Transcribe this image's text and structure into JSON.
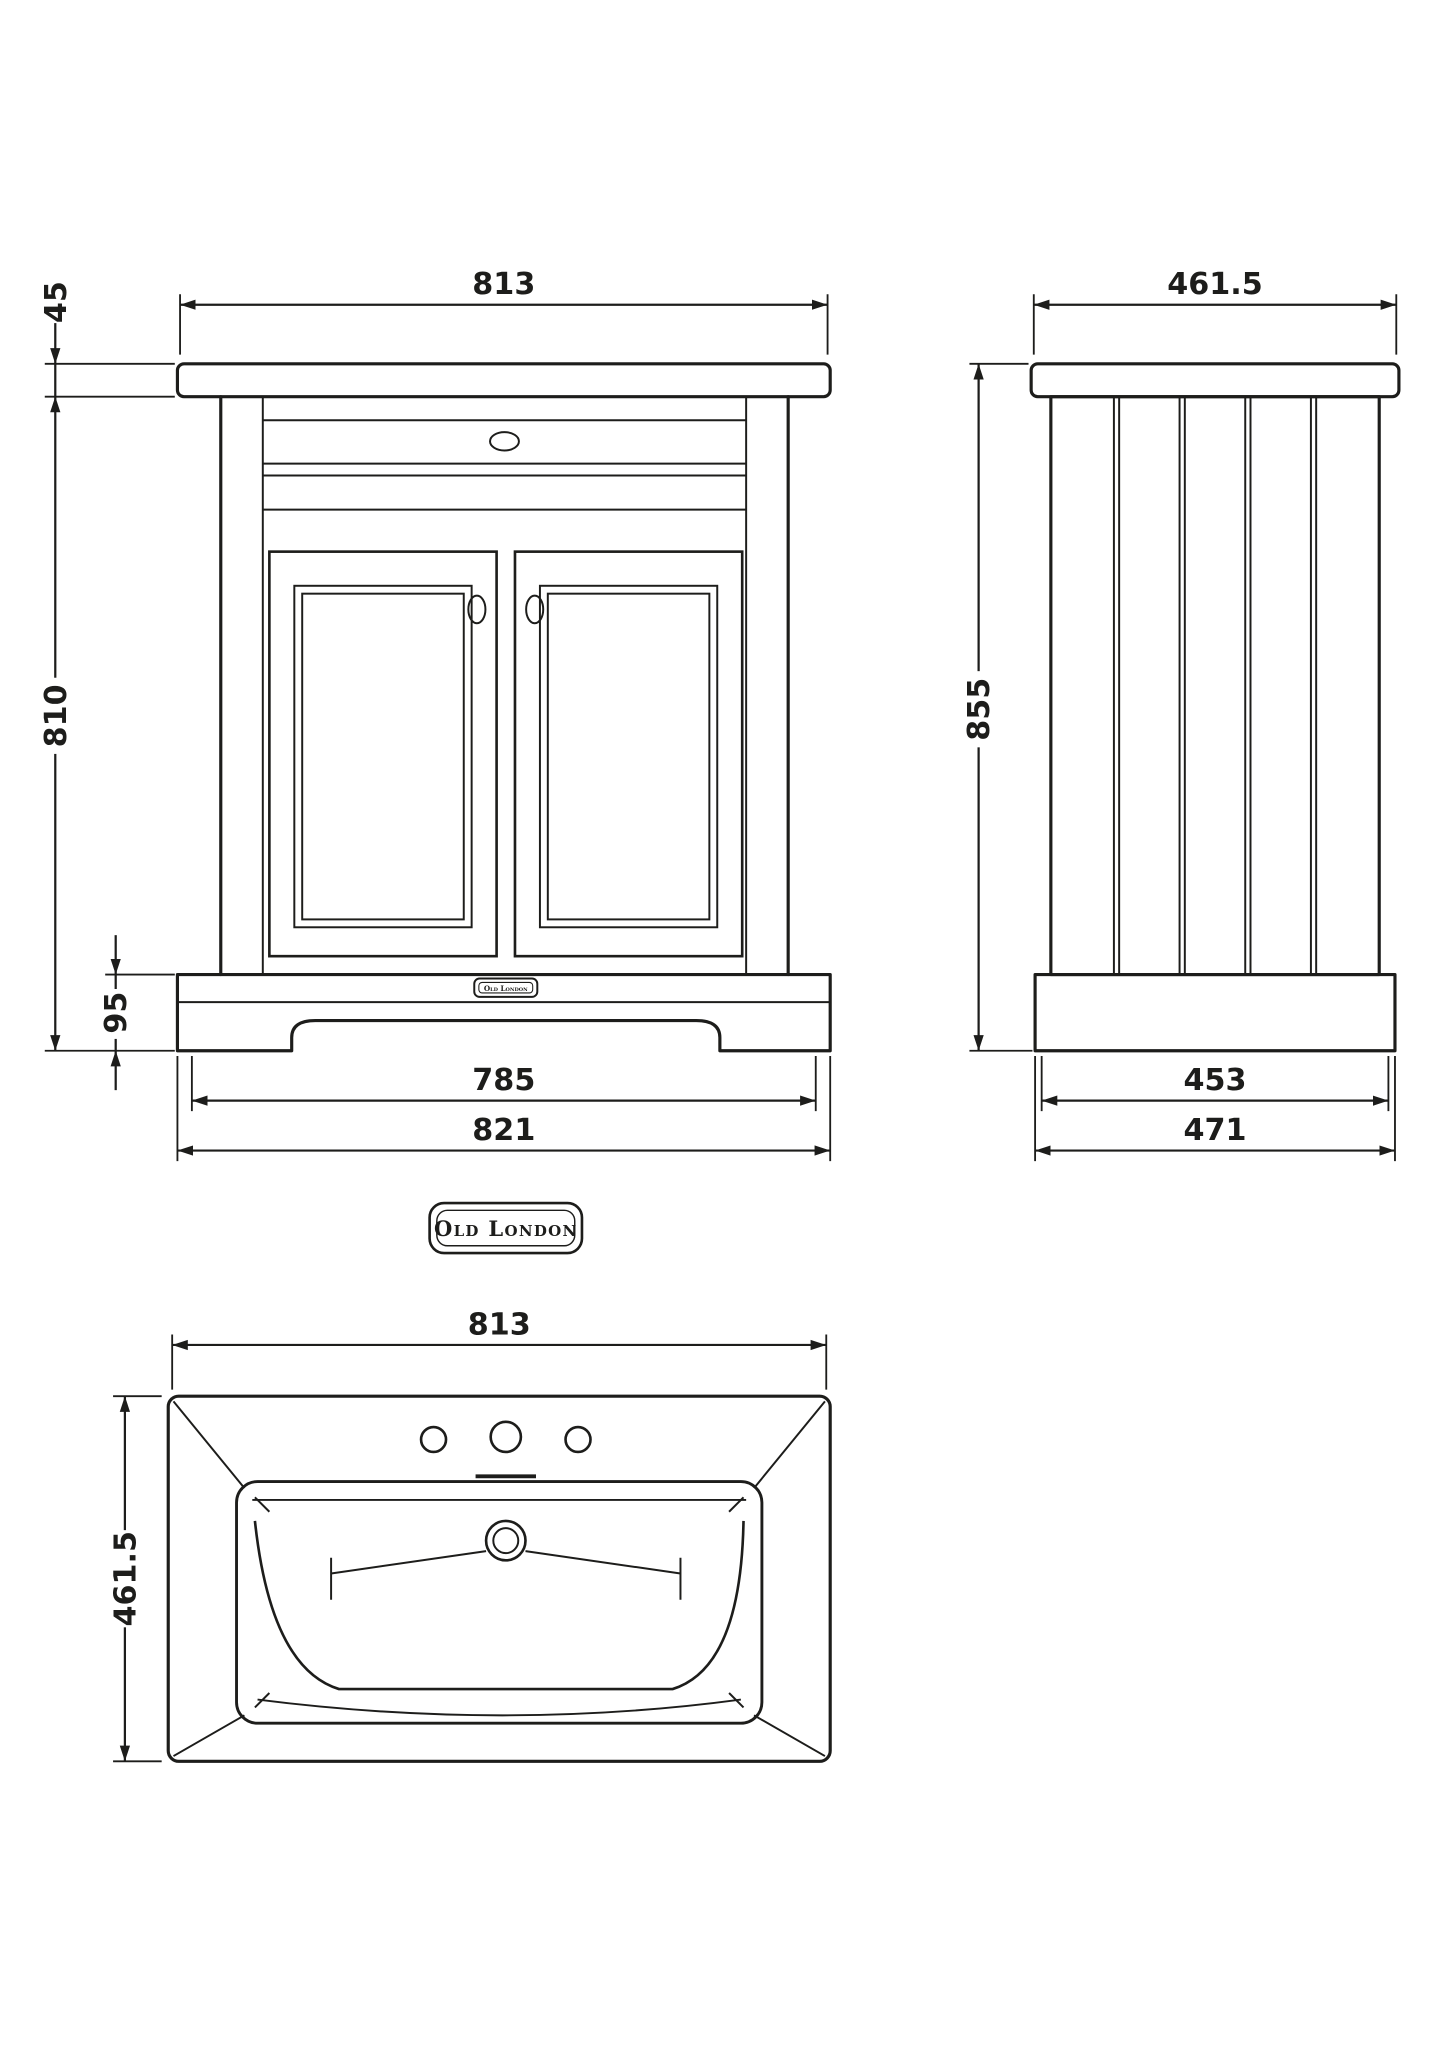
{
  "theme": {
    "line_color": "#1d1d1b",
    "background": "#ffffff"
  },
  "brand": {
    "logo_text": "Old London",
    "plinth_plate_text": "Old London"
  },
  "views": {
    "front": {
      "dims": {
        "top_width": "813",
        "counter_thickness": "45",
        "body_height": "810",
        "plinth_height": "95",
        "base_inner_width": "785",
        "base_overall_width": "821"
      }
    },
    "side": {
      "dims": {
        "top_depth": "461.5",
        "overall_height": "855",
        "base_inner_depth": "453",
        "base_overall_depth": "471"
      }
    },
    "basin": {
      "dims": {
        "width": "813",
        "depth": "461.5"
      }
    }
  }
}
